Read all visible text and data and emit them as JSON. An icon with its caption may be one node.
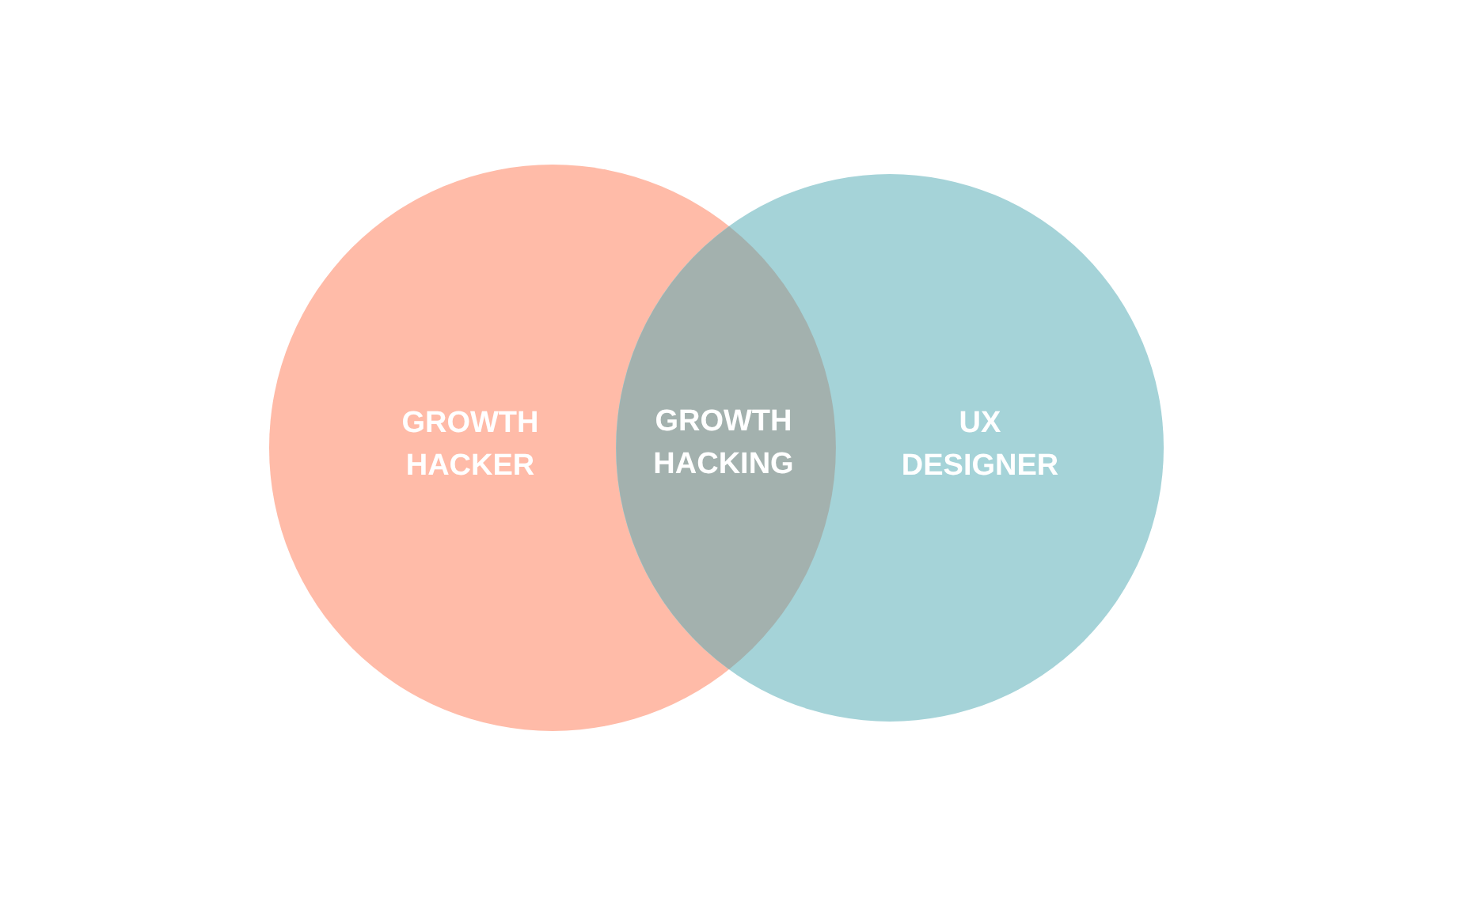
{
  "diagram": {
    "nodes": [
      {
        "text": [
          "GROWTH HACKER"
        ]
      },
      {
        "text": [
          "UX DESIGNER"
        ]
      },
      {
        "text": [
          "GROWTH HACKING"
        ]
      }
    ]
  }
}
